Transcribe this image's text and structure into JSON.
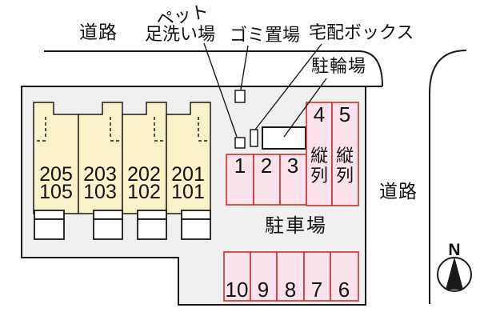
{
  "labels": {
    "road_top": "道路",
    "road_right": "道路",
    "pet_wash_line1": "ペット",
    "pet_wash_line2": "足洗い場",
    "garbage_area": "ゴミ置場",
    "delivery_box": "宅配ボックス",
    "bicycle_parking": "駐輪場",
    "parking_lot": "駐車場",
    "north": "N",
    "tandem": "縦列"
  },
  "building": {
    "units": [
      {
        "upper": "205",
        "lower": "105"
      },
      {
        "upper": "203",
        "lower": "103"
      },
      {
        "upper": "202",
        "lower": "102"
      },
      {
        "upper": "201",
        "lower": "101"
      }
    ]
  },
  "parking": {
    "front_row": [
      "1",
      "2",
      "3"
    ],
    "tandem_spaces": [
      "4",
      "5"
    ],
    "back_row": [
      "10",
      "9",
      "8",
      "7",
      "6"
    ]
  },
  "colors": {
    "unit_fill": "#FAF3C9",
    "parking_fill": "#FBE3EC",
    "parking_border": "#C93030",
    "plot_fill": "#F0F0F0",
    "line": "#1A1A1A"
  }
}
